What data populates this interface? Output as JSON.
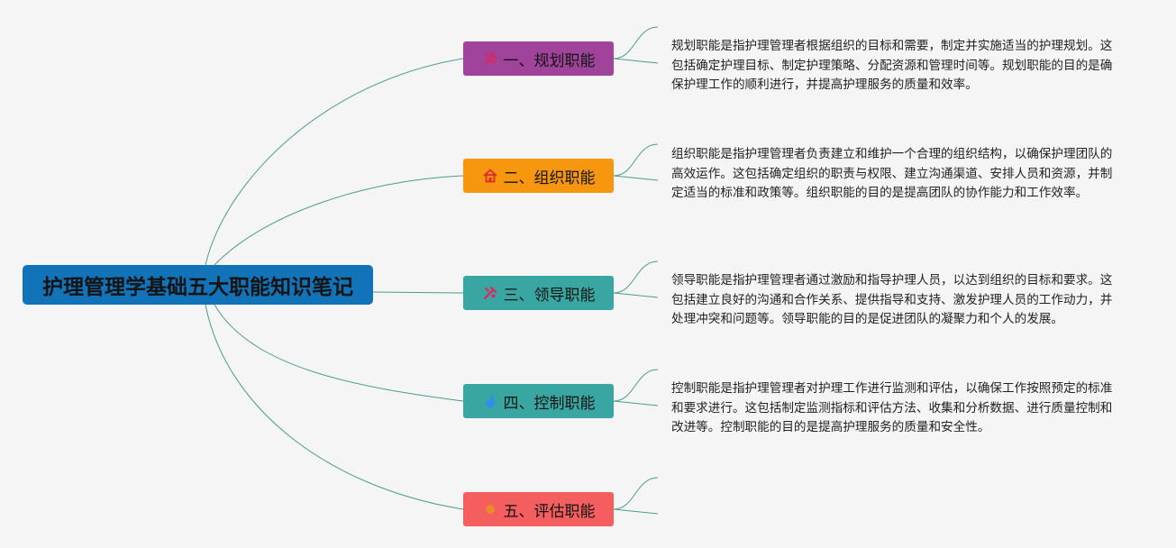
{
  "root": {
    "title": "护理管理学基础五大职能知识笔记"
  },
  "branches": [
    {
      "label": "一、规划职能",
      "icon": "tools-icon",
      "color": "#a0439b",
      "desc": "规划职能是指护理管理者根据组织的目标和需要，制定并实施适当的护理规划。这包括确定护理目标、制定护理策略、分配资源和管理时间等。规划职能的目的是确保护理工作的顺利进行，并提高护理服务的质量和效率。"
    },
    {
      "label": "二、组织职能",
      "icon": "home-icon",
      "color": "#f7960f",
      "desc": "组织职能是指护理管理者负责建立和维护一个合理的组织结构，以确保护理团队的高效运作。这包括确定组织的职责与权限、建立沟通渠道、安排人员和资源，并制定适当的标准和政策等。组织职能的目的是提高团队的协作能力和工作效率。"
    },
    {
      "label": "三、领导职能",
      "icon": "tools-icon",
      "color": "#3aa6a1",
      "desc": "领导职能是指护理管理者通过激励和指导护理人员，以达到组织的目标和要求。这包括建立良好的沟通和合作关系、提供指导和支持、激发护理人员的工作动力，并处理冲突和问题等。领导职能的目的是促进团队的凝聚力和个人的发展。"
    },
    {
      "label": "四、控制职能",
      "icon": "flame-icon",
      "color": "#3aa6a1",
      "desc": "控制职能是指护理管理者对护理工作进行监测和评估，以确保工作按照预定的标准和要求进行。这包括制定监测指标和评估方法、收集和分析数据、进行质量控制和改进等。控制职能的目的是提高护理服务的质量和安全性。"
    },
    {
      "label": "五、评估职能",
      "icon": "sun-icon",
      "color": "#f45e5e",
      "desc": ""
    }
  ],
  "colors": {
    "line": "#4a9d8e",
    "root_bg": "#1273b8"
  }
}
